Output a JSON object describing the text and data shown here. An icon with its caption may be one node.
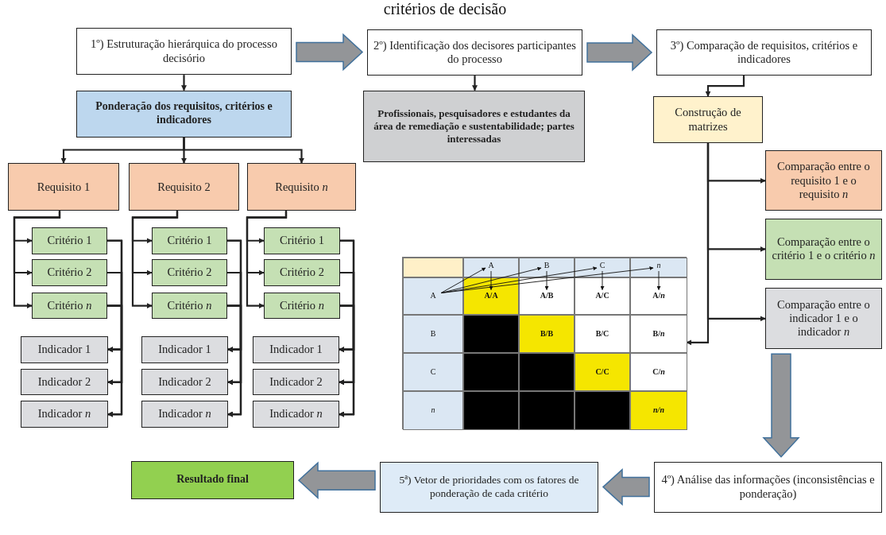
{
  "diagram": {
    "title": "critérios de decisão",
    "nodes": [
      {
        "text": [
          "1º) Estruturação hierárquica do processo decisório"
        ]
      },
      {
        "text": [
          "2º) Identificação dos decisores participantes do processo"
        ]
      },
      {
        "text": [
          "3º) Comparação de requisitos, critérios e indicadores"
        ]
      },
      {
        "text": [
          "Ponderação dos requisitos, critérios e indicadores"
        ]
      },
      {
        "text": [
          "Profissionais, pesquisadores e estudantes da área de remediação e sustentabilidade; partes interessadas"
        ]
      },
      {
        "text": [
          "Construção de matrizes"
        ]
      },
      {
        "text": [
          "Requisito 1"
        ]
      },
      {
        "text": [
          "Requisito 2"
        ]
      },
      {
        "text": [
          "Requisito *n*"
        ]
      },
      {
        "text": [
          "Critério 1"
        ]
      },
      {
        "text": [
          "Critério 2"
        ]
      },
      {
        "text": [
          "Critério *n*"
        ]
      },
      {
        "text": [
          "Indicador 1"
        ]
      },
      {
        "text": [
          "Indicador 2"
        ]
      },
      {
        "text": [
          "Indicador *n*"
        ]
      },
      {
        "text": [
          "Critério 1"
        ]
      },
      {
        "text": [
          "Critério 2"
        ]
      },
      {
        "text": [
          "Critério *n*"
        ]
      },
      {
        "text": [
          "Indicador 1"
        ]
      },
      {
        "text": [
          "Indicador 2"
        ]
      },
      {
        "text": [
          "Indicador *n*"
        ]
      },
      {
        "text": [
          "Critério 1"
        ]
      },
      {
        "text": [
          "Critério 2"
        ]
      },
      {
        "text": [
          "Critério *n*"
        ]
      },
      {
        "text": [
          "Indicador 1"
        ]
      },
      {
        "text": [
          "Indicador 2"
        ]
      },
      {
        "text": [
          "Indicador *n*"
        ]
      },
      {
        "text": [
          "Comparação entre o requisito 1 e o requisito *n*"
        ]
      },
      {
        "text": [
          "Comparação entre o critério 1 e o critério *n*"
        ]
      },
      {
        "text": [
          "Comparação entre o indicador 1 e o indicador *n*"
        ]
      },
      {
        "text": [],
        "shape": "table"
      },
      {
        "text": [
          "Resultado final"
        ]
      },
      {
        "text": [
          "5ª) Vetor de prioridades com os fatores de ponderação de cada critério"
        ]
      },
      {
        "text": [
          "4º) Análise das informações (inconsistências e ponderação)"
        ]
      }
    ],
    "edges": [
      {
        "from": 0,
        "to": 1,
        "arrow": "to",
        "style": "thick",
        "color": "#939598"
      },
      {
        "from": 1,
        "to": 2,
        "arrow": "to",
        "style": "thick",
        "color": "#939598"
      },
      {
        "from": 0,
        "to": 3,
        "arrow": "to"
      },
      {
        "from": 1,
        "to": 4,
        "arrow": "to"
      },
      {
        "from": 2,
        "to": 5,
        "arrow": "to"
      },
      {
        "from": 3,
        "to": 6,
        "arrow": "to"
      },
      {
        "from": 3,
        "to": 7,
        "arrow": "to"
      },
      {
        "from": 3,
        "to": 8,
        "arrow": "to"
      },
      {
        "from": 6,
        "to": 9,
        "arrow": "to"
      },
      {
        "from": 6,
        "to": 10,
        "arrow": "to"
      },
      {
        "from": 6,
        "to": 11,
        "arrow": "to"
      },
      {
        "from": 7,
        "to": 15,
        "arrow": "to"
      },
      {
        "from": 7,
        "to": 16,
        "arrow": "to"
      },
      {
        "from": 7,
        "to": 17,
        "arrow": "to"
      },
      {
        "from": 8,
        "to": 21,
        "arrow": "to"
      },
      {
        "from": 8,
        "to": 22,
        "arrow": "to"
      },
      {
        "from": 8,
        "to": 23,
        "arrow": "to"
      },
      {
        "from": 9,
        "to": 12,
        "arrow": "to"
      },
      {
        "from": 9,
        "to": 13,
        "arrow": "to"
      },
      {
        "from": 9,
        "to": 14,
        "arrow": "to"
      },
      {
        "from": 10,
        "to": 12,
        "arrow": "to"
      },
      {
        "from": 10,
        "to": 13,
        "arrow": "to"
      },
      {
        "from": 10,
        "to": 14,
        "arrow": "to"
      },
      {
        "from": 11,
        "to": 12,
        "arrow": "to"
      },
      {
        "from": 11,
        "to": 13,
        "arrow": "to"
      },
      {
        "from": 11,
        "to": 14,
        "arrow": "to"
      },
      {
        "from": 15,
        "to": 18,
        "arrow": "to"
      },
      {
        "from": 15,
        "to": 19,
        "arrow": "to"
      },
      {
        "from": 15,
        "to": 20,
        "arrow": "to"
      },
      {
        "from": 16,
        "to": 18,
        "arrow": "to"
      },
      {
        "from": 16,
        "to": 19,
        "arrow": "to"
      },
      {
        "from": 16,
        "to": 20,
        "arrow": "to"
      },
      {
        "from": 17,
        "to": 18,
        "arrow": "to"
      },
      {
        "from": 17,
        "to": 19,
        "arrow": "to"
      },
      {
        "from": 17,
        "to": 20,
        "arrow": "to"
      },
      {
        "from": 21,
        "to": 24,
        "arrow": "to"
      },
      {
        "from": 21,
        "to": 25,
        "arrow": "to"
      },
      {
        "from": 21,
        "to": 26,
        "arrow": "to"
      },
      {
        "from": 22,
        "to": 24,
        "arrow": "to"
      },
      {
        "from": 22,
        "to": 25,
        "arrow": "to"
      },
      {
        "from": 22,
        "to": 26,
        "arrow": "to"
      },
      {
        "from": 23,
        "to": 24,
        "arrow": "to"
      },
      {
        "from": 23,
        "to": 25,
        "arrow": "to"
      },
      {
        "from": 23,
        "to": 26,
        "arrow": "to"
      },
      {
        "from": 5,
        "to": 27,
        "arrow": "to"
      },
      {
        "from": 5,
        "to": 28,
        "arrow": "to"
      },
      {
        "from": 5,
        "to": 29,
        "arrow": "to"
      },
      {
        "from": 5,
        "to": 30,
        "arrow": "to"
      },
      {
        "from": 29,
        "to": 33,
        "arrow": "to",
        "style": "thick",
        "color": "#939598"
      },
      {
        "from": 33,
        "to": 32,
        "arrow": "to",
        "style": "thick",
        "color": "#939598"
      },
      {
        "from": 32,
        "to": 31,
        "arrow": "to",
        "style": "thick",
        "color": "#939598"
      }
    ],
    "labels": [
      "A",
      "B",
      "C",
      "n",
      "A",
      "A/A",
      "A/B",
      "A/C",
      "A/*n*",
      "B",
      "B/B",
      "B/C",
      "B/*n*",
      "C",
      "C/C",
      "C/*n*",
      "n",
      "n/n"
    ]
  }
}
